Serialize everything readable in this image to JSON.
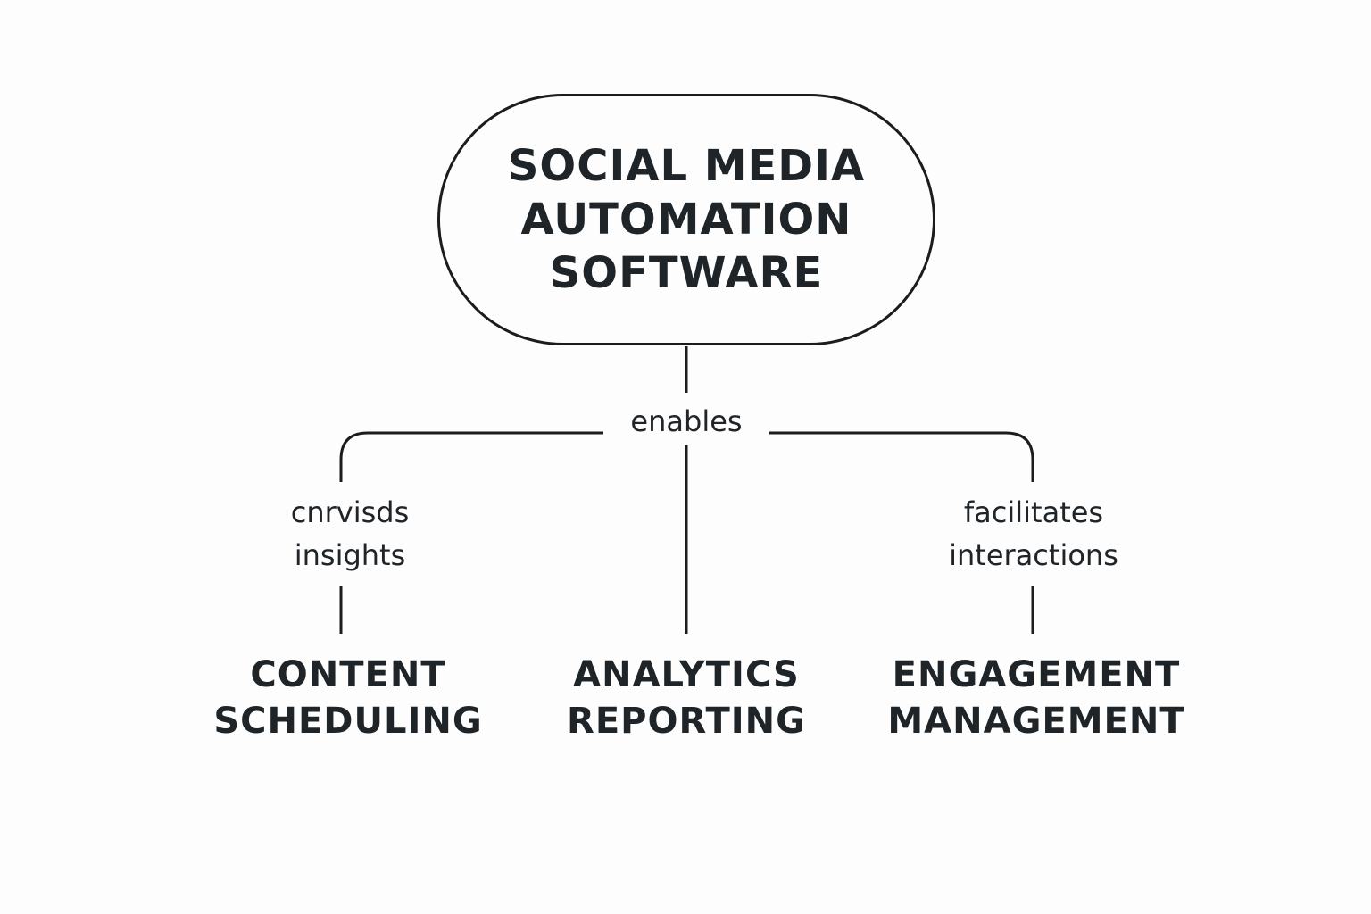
{
  "colors": {
    "background": "#fdfdfd",
    "stroke": "#1c1c1c",
    "text": "#1f2428"
  },
  "root": {
    "lines": [
      "SOCIAL MEDIA",
      "AUTOMATION",
      "SOFTWARE"
    ]
  },
  "edge_labels": {
    "center": "enables",
    "left": [
      "cnrvisds",
      "insights"
    ],
    "right": [
      "facilitates",
      "interactions"
    ]
  },
  "leaves": {
    "left": [
      "CONTENT",
      "SCHEDULING"
    ],
    "center": [
      "ANALYTICS",
      "REPORTING"
    ],
    "right": [
      "ENGAGEMENT",
      "MANAGEMENT"
    ]
  }
}
